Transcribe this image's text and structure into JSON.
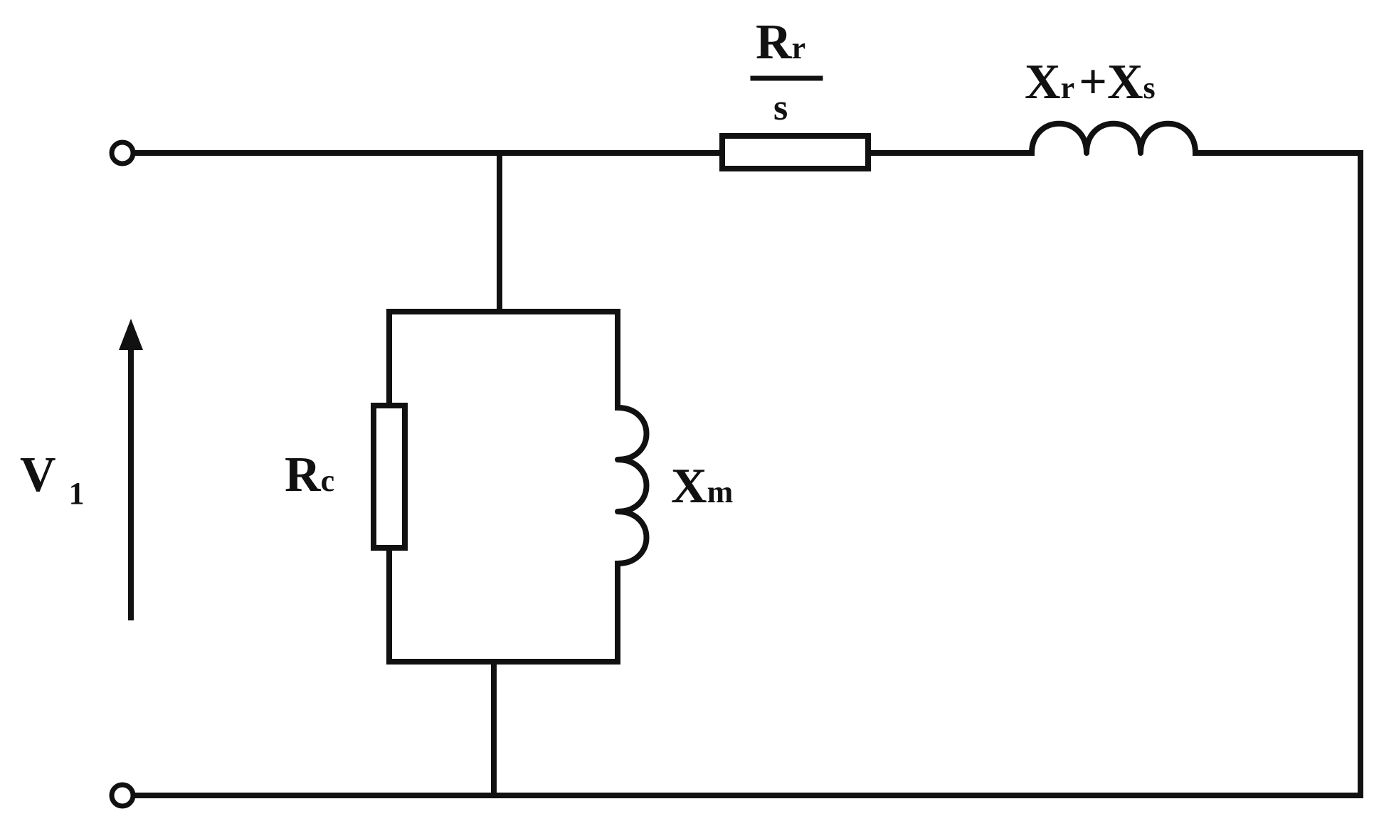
{
  "labels": {
    "source_voltage": {
      "main": "V",
      "sub": "1"
    },
    "core_resistance": {
      "main": "R",
      "sub": "c"
    },
    "magnetizing_reactance": {
      "main": "X",
      "sub": "m"
    },
    "rotor_resistance_numerator": {
      "main": "R",
      "sub": "r"
    },
    "rotor_resistance_denominator": "s",
    "series_reactance": {
      "first": "X",
      "first_sub": "r",
      "plus": "+",
      "second": "X",
      "second_sub": "s"
    }
  }
}
